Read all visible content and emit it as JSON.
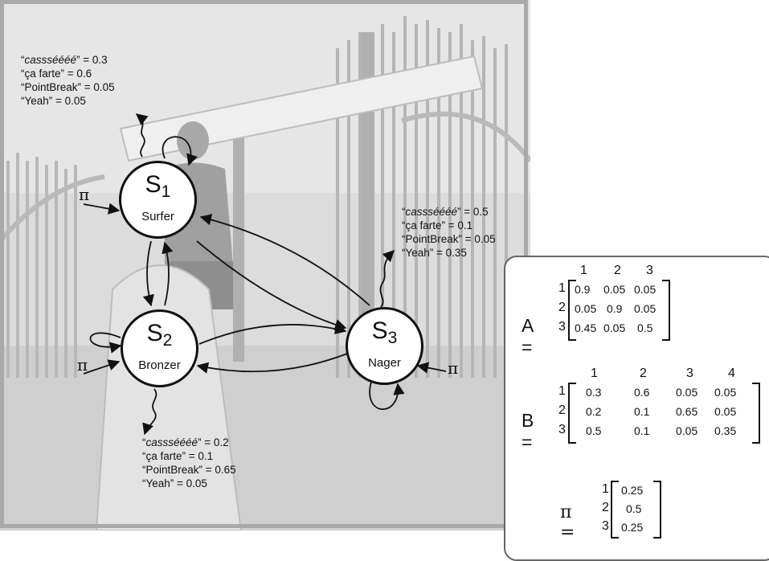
{
  "emissions": {
    "s1": {
      "a_word": "cassséééé",
      "a_val": "” = 0.3",
      "b": "“ça farte” = 0.6",
      "c": "“PointBreak” = 0.05",
      "d": "“Yeah” = 0.05"
    },
    "s3": {
      "a_word": "cassséééé",
      "a_val": "” = 0.5",
      "b": "“ça farte” = 0.1",
      "c": "“PointBreak” = 0.05",
      "d": "“Yeah” = 0.35"
    },
    "s2": {
      "a_word": "cassséééé",
      "a_val": "” = 0.2",
      "b": "“ça farte” = 0.1",
      "c": "“PointBreak” = 0.65",
      "d": "“Yeah” = 0.05"
    }
  },
  "quote_open": "“",
  "states": [
    {
      "symbol": "S",
      "index": "1",
      "name": "Surfer"
    },
    {
      "symbol": "S",
      "index": "2",
      "name": "Bronzer"
    },
    {
      "symbol": "S",
      "index": "3",
      "name": "Nager"
    }
  ],
  "pi_symbol": "π",
  "matrices": {
    "A": {
      "label": "A =",
      "cols": [
        "1",
        "2",
        "3"
      ],
      "rows": [
        "1",
        "2",
        "3"
      ],
      "cells": [
        [
          "0.9",
          "0.05",
          "0.05"
        ],
        [
          "0.05",
          "0.9",
          "0.05"
        ],
        [
          "0.45",
          "0.05",
          "0.5"
        ]
      ]
    },
    "B": {
      "label": "B =",
      "cols": [
        "1",
        "2",
        "3",
        "4"
      ],
      "rows": [
        "1",
        "2",
        "3"
      ],
      "cells": [
        [
          "0.3",
          "0.6",
          "0.05",
          "0.05"
        ],
        [
          "0.2",
          "0.1",
          "0.65",
          "0.05"
        ],
        [
          "0.5",
          "0.1",
          "0.05",
          "0.35"
        ]
      ]
    },
    "P": {
      "label": "π =",
      "rows": [
        "1",
        "2",
        "3"
      ],
      "cells": [
        "0.25",
        "0.5",
        "0.25"
      ]
    }
  }
}
